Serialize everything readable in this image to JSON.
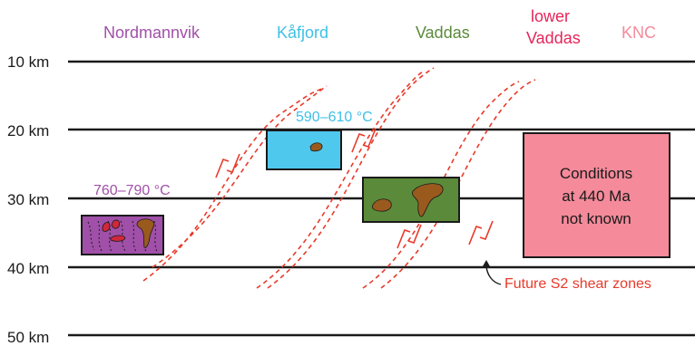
{
  "colors": {
    "nordmannvik": "#a050a8",
    "kafjord": "#3fc0e6",
    "vaddas": "#5a8a3a",
    "lower_vaddas": "#e6255a",
    "knc": "#f48a9a",
    "shear": "#e83a2a",
    "blob": "#9a5a1e",
    "red_blob": "#d0283a",
    "line": "#1a1a1a"
  },
  "units": {
    "nordmannvik": "Nordmannvik",
    "kafjord": "Kåfjord",
    "vaddas": "Vaddas",
    "lower_vaddas_line1": "lower",
    "lower_vaddas_line2": "Vaddas",
    "knc": "KNC"
  },
  "depths": [
    "10 km",
    "20 km",
    "30 km",
    "40 km",
    "50 km"
  ],
  "temps": {
    "kafjord": "590–610 °C",
    "nordmannvik": "760–790 °C"
  },
  "knc_box": {
    "line1": "Conditions",
    "line2": "at 440 Ma",
    "line3": "not known"
  },
  "future_label": "Future S2 shear zones"
}
